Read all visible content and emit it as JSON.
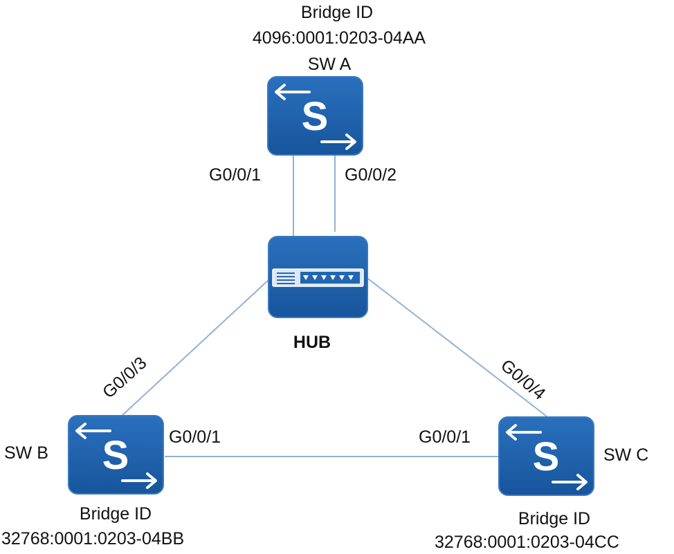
{
  "colors": {
    "device_fill": "#2166b3",
    "device_fill_dark": "#17559c",
    "device_border": "#3a79c0",
    "link_line": "#8fb3d4",
    "text": "#111111"
  },
  "icons": {
    "switch": "switch-icon",
    "hub": "hub-icon"
  },
  "devices": {
    "sw_a": {
      "name": "SW A",
      "bridge_id_label": "Bridge ID",
      "bridge_id": "4096:0001:0203-04AA",
      "glyph": "S"
    },
    "sw_b": {
      "name": "SW B",
      "bridge_id_label": "Bridge ID",
      "bridge_id": "32768:0001:0203-04BB",
      "glyph": "S"
    },
    "sw_c": {
      "name": "SW C",
      "bridge_id_label": "Bridge ID",
      "bridge_id": "32768:0001:0203-04CC",
      "glyph": "S"
    },
    "hub": {
      "name": "HUB"
    }
  },
  "ports": {
    "sw_a_g001": "G0/0/1",
    "sw_a_g002": "G0/0/2",
    "hub_g003": "G0/0/3",
    "hub_g004": "G0/0/4",
    "sw_b_g001": "G0/0/1",
    "sw_c_g001": "G0/0/1"
  }
}
